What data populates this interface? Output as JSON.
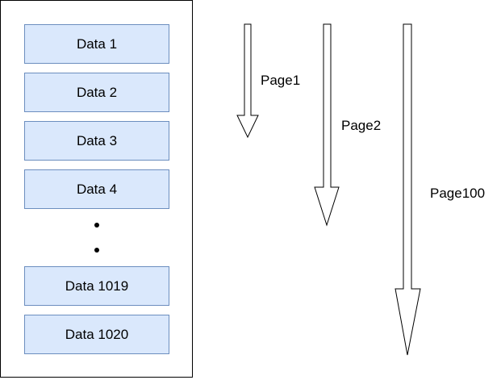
{
  "data_list": {
    "items": [
      "Data 1",
      "Data 2",
      "Data 3",
      "Data 4",
      "Data 1019",
      "Data 1020"
    ],
    "ellipsis_dots": 2
  },
  "pages": [
    {
      "label": "Page1"
    },
    {
      "label": "Page2"
    },
    {
      "label": "Page100"
    }
  ],
  "colors": {
    "box_fill": "#dae8fc",
    "box_border": "#6c8ebf",
    "line": "#000000",
    "background": "#ffffff"
  }
}
